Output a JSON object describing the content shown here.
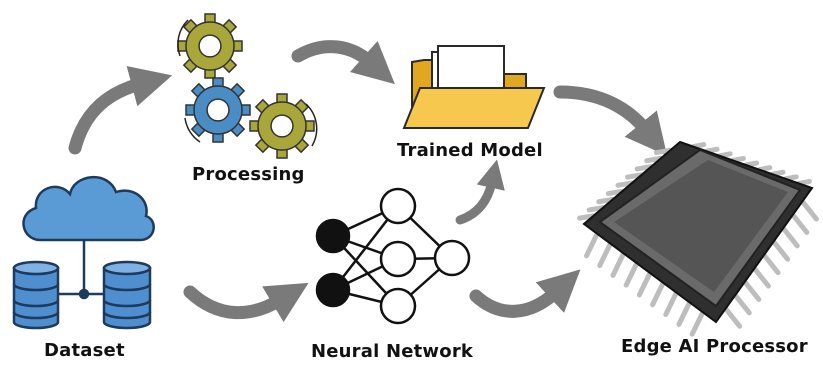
{
  "labels": {
    "dataset": "Dataset",
    "processing": "Processing",
    "trained_model": "Trained Model",
    "neural_network": "Neural Network",
    "edge_ai_processor": "Edge AI Processor"
  },
  "icons": {
    "dataset": [
      "cloud-icon",
      "database-icon",
      "database-icon"
    ],
    "processing": [
      "gear-icon",
      "gear-icon",
      "gear-icon"
    ],
    "trained_model": "folder-icon",
    "neural_network": "neural-network-icon",
    "edge_ai_processor": "chip-icon"
  },
  "colors": {
    "arrow": "#7a7a7a",
    "cloud_blue": "#5b9bd5",
    "db_blue": "#4f8fcf",
    "gear_olive": "#a9a63a",
    "gear_blue": "#4a8cc4",
    "folder_yellow": "#f6c94e",
    "chip_dark": "#555555"
  }
}
